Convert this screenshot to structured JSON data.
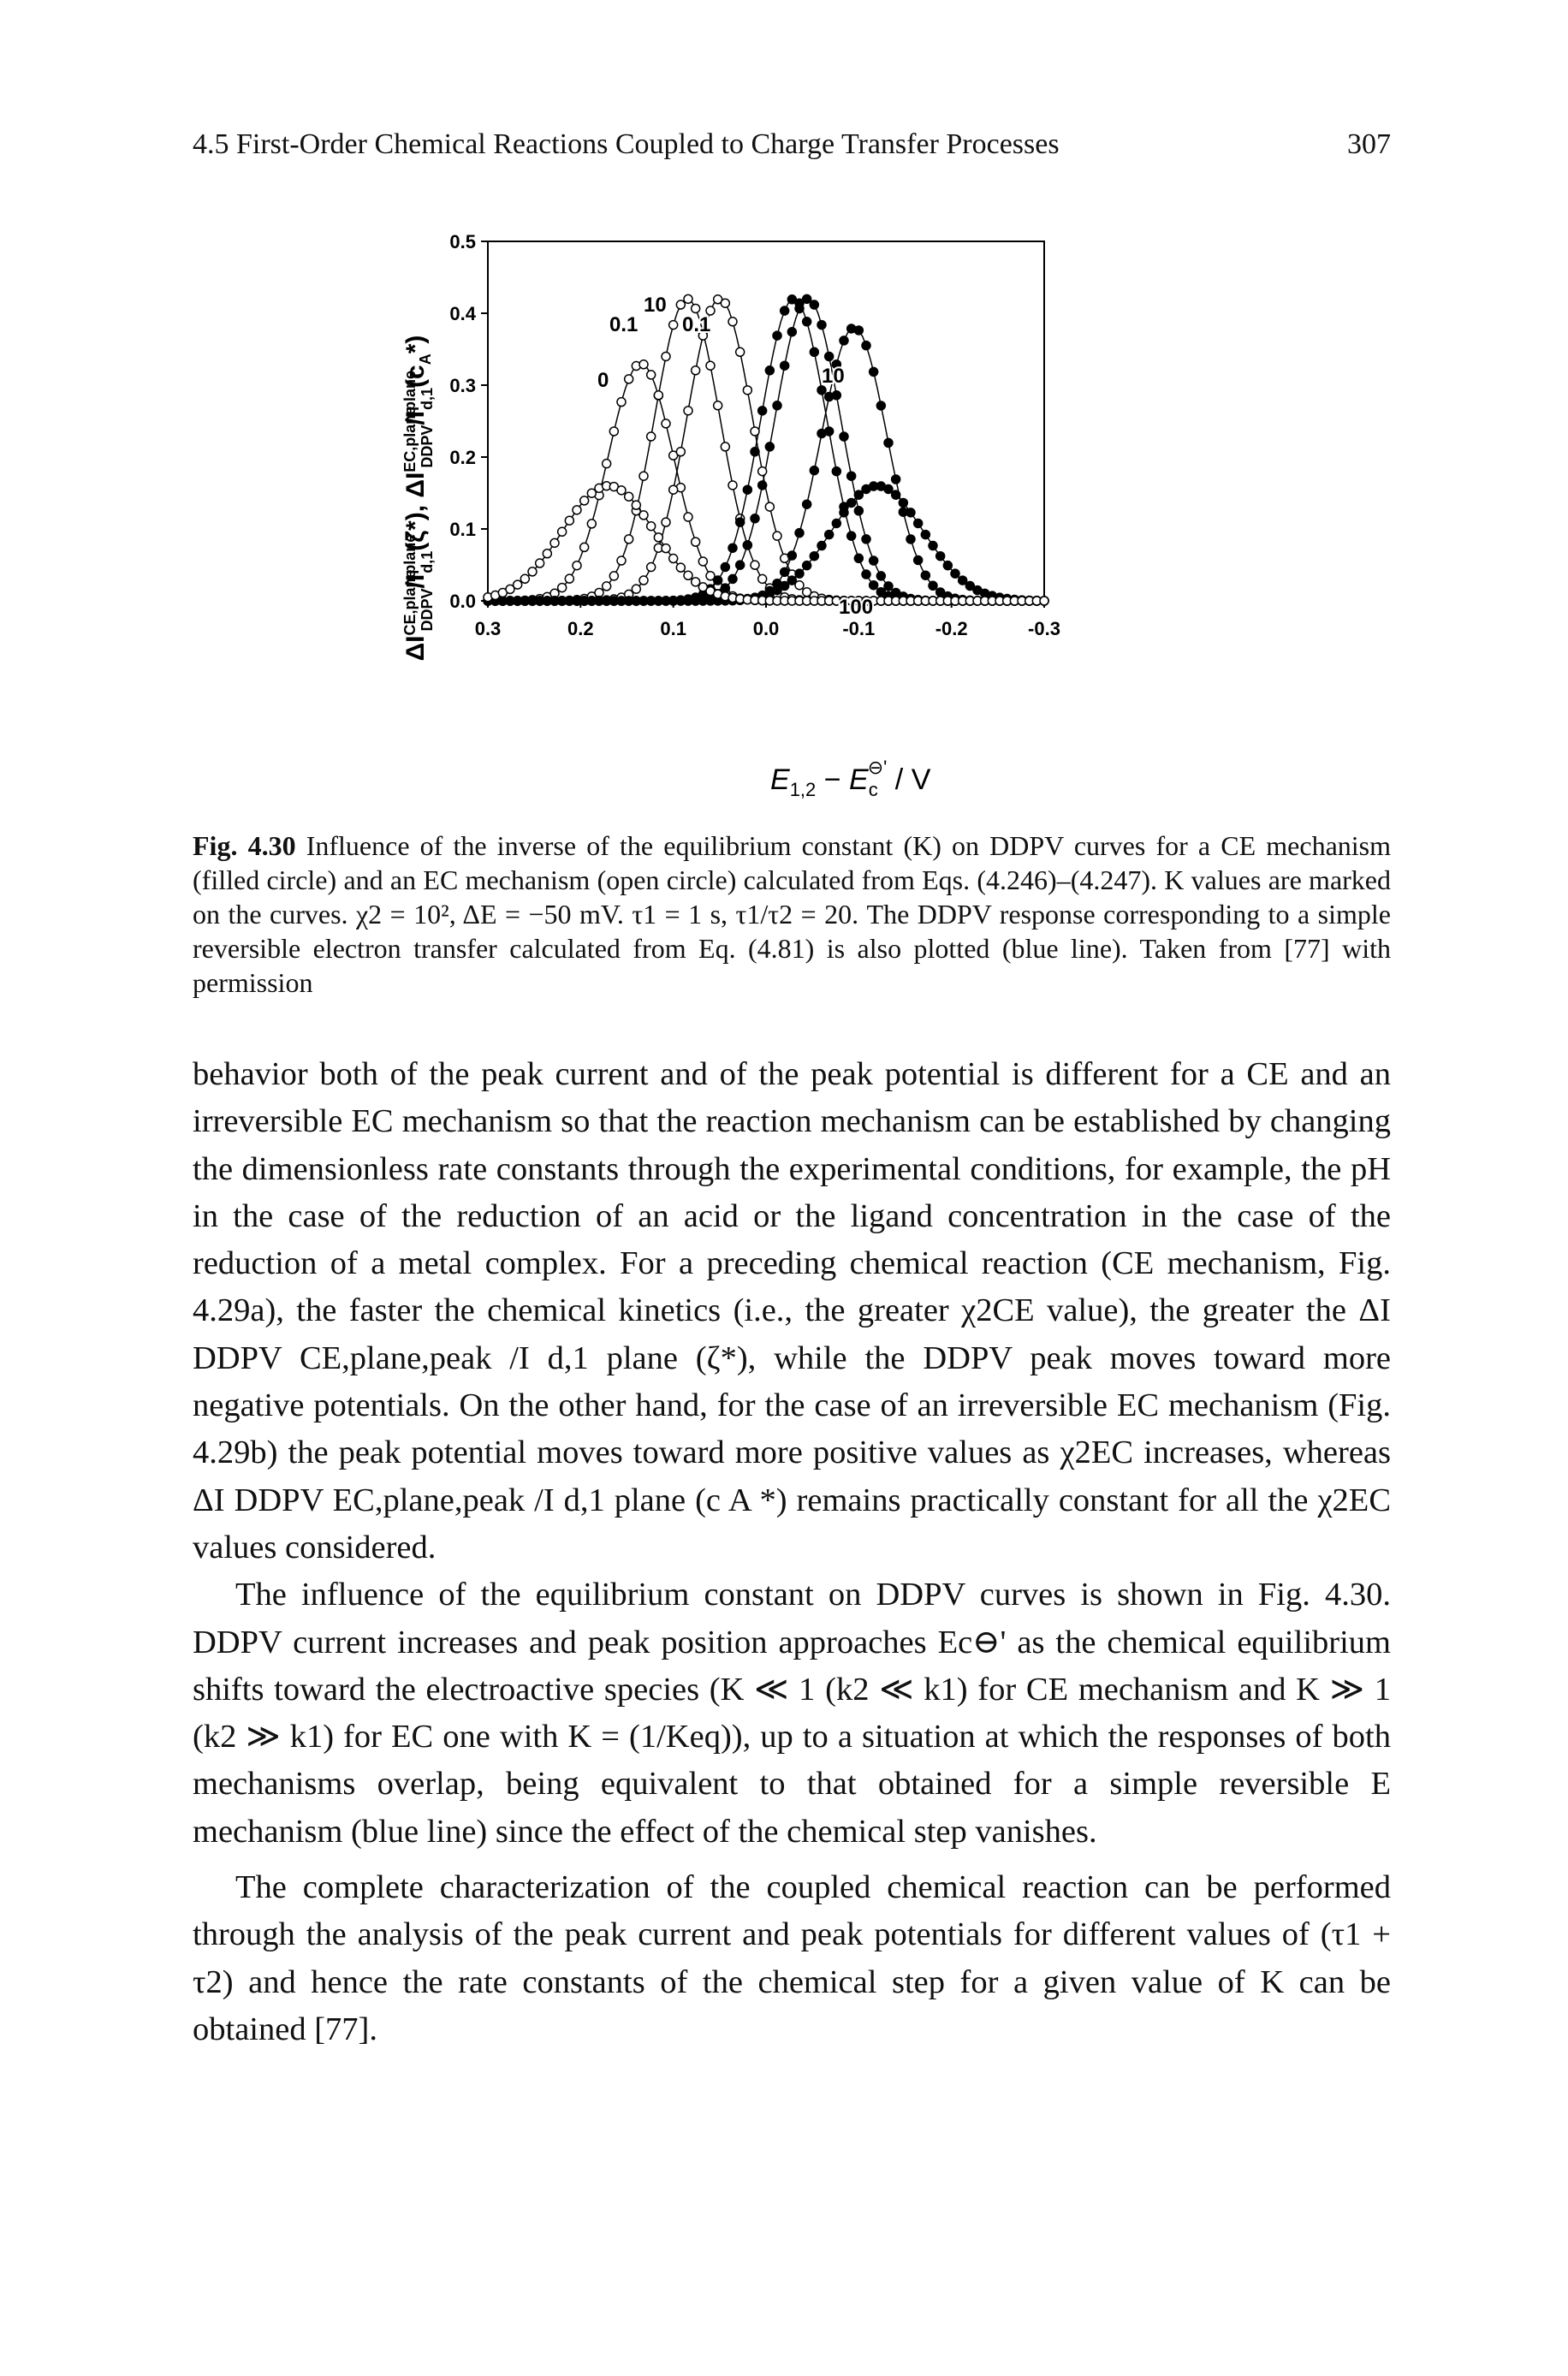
{
  "header": {
    "title": "4.5 First-Order Chemical Reactions Coupled to Charge Transfer Processes",
    "page_number": "307"
  },
  "figure": {
    "y_axis_label": "ΔI CE,plane DDPV /I plane d,1 (ζ*), ΔI EC,plane DDPV /I plane d,1 (c A *)",
    "x_axis_label": "E 1,2 − E c ⊖' / V",
    "curve_labels": [
      "0.1",
      "10",
      "0.1",
      "10",
      "0",
      "100"
    ]
  },
  "chart_data": {
    "type": "line",
    "title": "",
    "xlabel": "E1,2 − Ec⊖' / V",
    "ylabel": "ΔI DDPV / I d,1",
    "xlim": [
      0.3,
      -0.3
    ],
    "ylim": [
      0.0,
      0.5
    ],
    "x_ticks": [
      "0.3",
      "0.2",
      "0.1",
      "0.0",
      "-0.1",
      "-0.2",
      "-0.3"
    ],
    "y_ticks": [
      "0.0",
      "0.1",
      "0.2",
      "0.3",
      "0.4",
      "0.5"
    ],
    "series": [
      {
        "name": "0",
        "marker": "open",
        "peak_x": 0.135,
        "peak_y": 0.33,
        "width": 0.05
      },
      {
        "name": "0.1",
        "marker": "open",
        "peak_x": 0.085,
        "peak_y": 0.42,
        "width": 0.05
      },
      {
        "name": "10",
        "marker": "filled",
        "peak_x": -0.03,
        "peak_y": 0.42,
        "width": 0.05
      },
      {
        "name": "0.1",
        "marker": "filled",
        "peak_x": -0.045,
        "peak_y": 0.42,
        "width": 0.05
      },
      {
        "name": "10",
        "marker": "open",
        "peak_x": 0.05,
        "peak_y": 0.42,
        "width": 0.05
      },
      {
        "name": "10",
        "marker": "filled",
        "peak_x": -0.095,
        "peak_y": 0.38,
        "width": 0.05
      },
      {
        "name": "100",
        "marker": "filled",
        "peak_x": -0.12,
        "peak_y": 0.16,
        "width": 0.07
      },
      {
        "name": "100",
        "marker": "open",
        "peak_x": 0.17,
        "peak_y": 0.16,
        "width": 0.07
      }
    ]
  },
  "caption": {
    "label": "Fig. 4.30",
    "text": "Influence of the inverse of the equilibrium constant (K) on DDPV curves for a CE mechanism (filled circle) and an EC mechanism (open circle) calculated from Eqs. (4.246)–(4.247). K values are marked on the curves. χ2 = 10², ΔE = −50 mV. τ1 = 1 s, τ1/τ2 = 20. The DDPV response corresponding to a simple reversible electron transfer calculated from Eq. (4.81) is also plotted (blue line). Taken from [77] with permission"
  },
  "body": {
    "p1": "behavior both of the peak current and of the peak potential is different for a CE and an irreversible EC mechanism so that the reaction mechanism can be established by changing the dimensionless rate constants through the experimental conditions, for example, the pH in the case of the reduction of an acid or the ligand concentration in the case of the reduction of a metal complex. For a preceding chemical reaction (CE mechanism, Fig. 4.29a), the faster the chemical kinetics (i.e., the greater χ2CE value), the greater the ΔI DDPV CE,plane,peak /I d,1 plane (ζ*), while the DDPV peak moves toward more negative potentials. On the other hand, for the case of an irreversible EC mechanism (Fig. 4.29b) the peak potential moves toward more positive values as χ2EC increases, whereas ΔI DDPV EC,plane,peak /I d,1 plane (c A *) remains practically constant for all the χ2EC values considered.",
    "p2": "The influence of the equilibrium constant on DDPV curves is shown in Fig. 4.30. DDPV current increases and peak position approaches Ec⊖' as the chemical equilibrium shifts toward the electroactive species (K ≪ 1 (k2 ≪ k1) for CE mechanism and K ≫ 1 (k2 ≫ k1) for EC one with K = (1/Keq)), up to a situation at which the responses of both mechanisms overlap, being equivalent to that obtained for a simple reversible E mechanism (blue line) since the effect of the chemical step vanishes.",
    "p3": "The complete characterization of the coupled chemical reaction can be performed through the analysis of the peak current and peak potentials for different values of (τ1 + τ2) and hence the rate constants of the chemical step for a given value of K can be obtained [77]."
  }
}
